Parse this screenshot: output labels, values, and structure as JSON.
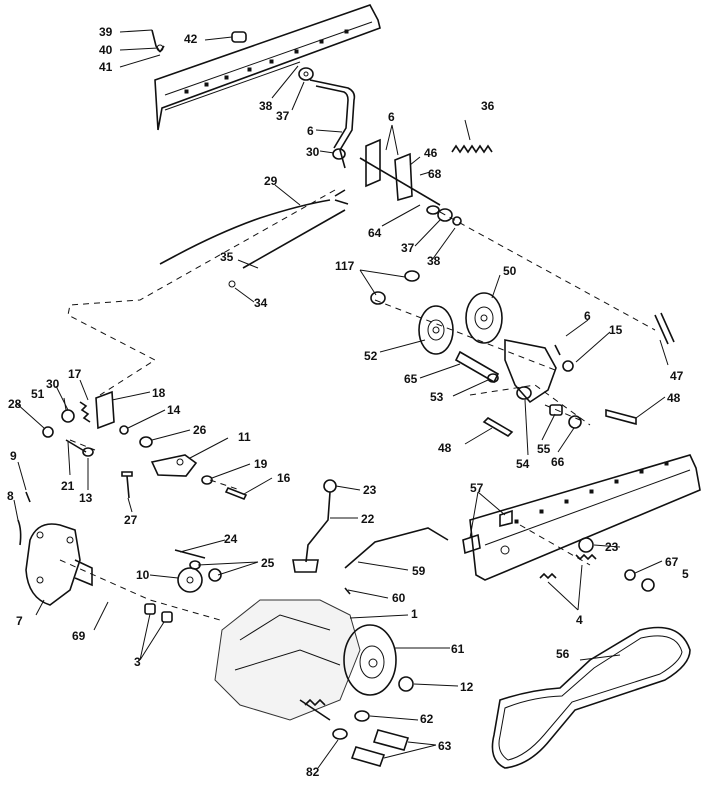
{
  "callouts": [
    {
      "text": "39"
    },
    {
      "text": "40"
    },
    {
      "text": "41"
    },
    {
      "text": "42"
    },
    {
      "text": "38"
    },
    {
      "text": "37"
    },
    {
      "text": "36"
    },
    {
      "text": "6"
    },
    {
      "text": "6"
    },
    {
      "text": "30"
    },
    {
      "text": "46"
    },
    {
      "text": "68"
    },
    {
      "text": "29"
    },
    {
      "text": "64"
    },
    {
      "text": "37"
    },
    {
      "text": "38"
    },
    {
      "text": "35"
    },
    {
      "text": "34"
    },
    {
      "text": "117"
    },
    {
      "text": "50"
    },
    {
      "text": "6"
    },
    {
      "text": "15"
    },
    {
      "text": "52"
    },
    {
      "text": "47"
    },
    {
      "text": "65"
    },
    {
      "text": "53"
    },
    {
      "text": "48"
    },
    {
      "text": "17"
    },
    {
      "text": "51"
    },
    {
      "text": "30"
    },
    {
      "text": "18"
    },
    {
      "text": "28"
    },
    {
      "text": "14"
    },
    {
      "text": "26"
    },
    {
      "text": "11"
    },
    {
      "text": "48"
    },
    {
      "text": "55"
    },
    {
      "text": "54"
    },
    {
      "text": "66"
    },
    {
      "text": "9"
    },
    {
      "text": "21"
    },
    {
      "text": "13"
    },
    {
      "text": "19"
    },
    {
      "text": "16"
    },
    {
      "text": "8"
    },
    {
      "text": "27"
    },
    {
      "text": "23"
    },
    {
      "text": "22"
    },
    {
      "text": "57"
    },
    {
      "text": "24"
    },
    {
      "text": "25"
    },
    {
      "text": "23"
    },
    {
      "text": "67"
    },
    {
      "text": "5"
    },
    {
      "text": "10"
    },
    {
      "text": "59"
    },
    {
      "text": "7"
    },
    {
      "text": "69"
    },
    {
      "text": "60"
    },
    {
      "text": "4"
    },
    {
      "text": "1"
    },
    {
      "text": "3"
    },
    {
      "text": "61"
    },
    {
      "text": "56"
    },
    {
      "text": "12"
    },
    {
      "text": "62"
    },
    {
      "text": "63"
    },
    {
      "text": "82"
    }
  ]
}
